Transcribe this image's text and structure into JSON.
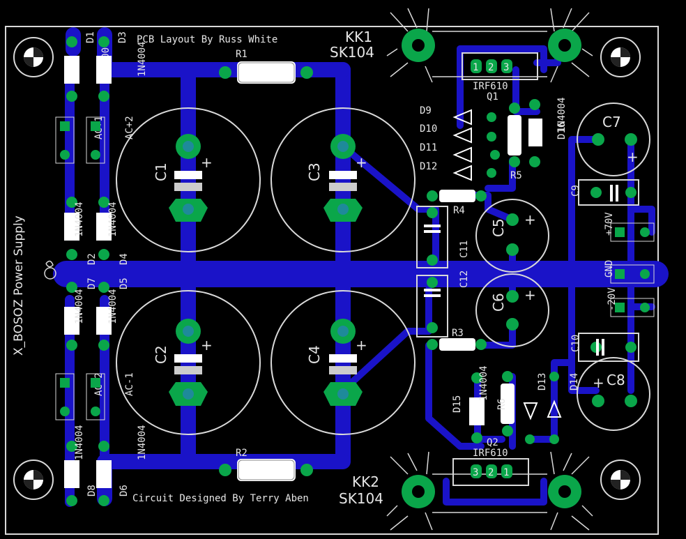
{
  "board": {
    "title": "X_BOSOZ Power Supply",
    "credit_top": "PCB Layout By Russ White",
    "credit_bottom": "Circuit Designed By Terry Aben",
    "colors": {
      "background": "#000000",
      "trace": "#1a13c8",
      "pad": "#0aa64a",
      "silk": "#d9d9d9"
    }
  },
  "heatsinks": {
    "kk1": {
      "ref": "KK1",
      "part": "SK104"
    },
    "kk2": {
      "ref": "KK2",
      "part": "SK104"
    }
  },
  "capacitors": {
    "c1": "C1",
    "c2": "C2",
    "c3": "C3",
    "c4": "C4",
    "c5": "C5",
    "c6": "C6",
    "c7": "C7",
    "c8": "C8",
    "c9": "C9",
    "c10": "C10",
    "c11": "C11",
    "c12": "C12"
  },
  "resistors": {
    "r1": "R1",
    "r2": "R2",
    "r3": "R3",
    "r4": "R4",
    "r5": "R5",
    "r6": "R6"
  },
  "diodes": {
    "d1": "D1",
    "d2": "D2",
    "d3": "D3",
    "d4": "D4",
    "d5": "D5",
    "d6": "D6",
    "d7": "D7",
    "d8": "D8",
    "d9": "D9",
    "d10": "D10",
    "d11": "D11",
    "d12": "D12",
    "d13": "D13",
    "d14": "D14",
    "d15": "D15",
    "d16": "D16",
    "part": "1N4004"
  },
  "transistors": {
    "q1": "Q1",
    "q2": "Q2",
    "part": "IRF610",
    "q1_pins": [
      "1",
      "2",
      "3"
    ],
    "q2_pins": [
      "3",
      "2",
      "1"
    ]
  },
  "connectors": {
    "ac_p1": "AC+1",
    "ac_p2": "AC+2",
    "ac_m1": "AC-1",
    "ac_m2": "AC-2",
    "out_pos": "+70V",
    "out_gnd": "GND",
    "out_neg": "-20V"
  },
  "plus_sign": "+"
}
